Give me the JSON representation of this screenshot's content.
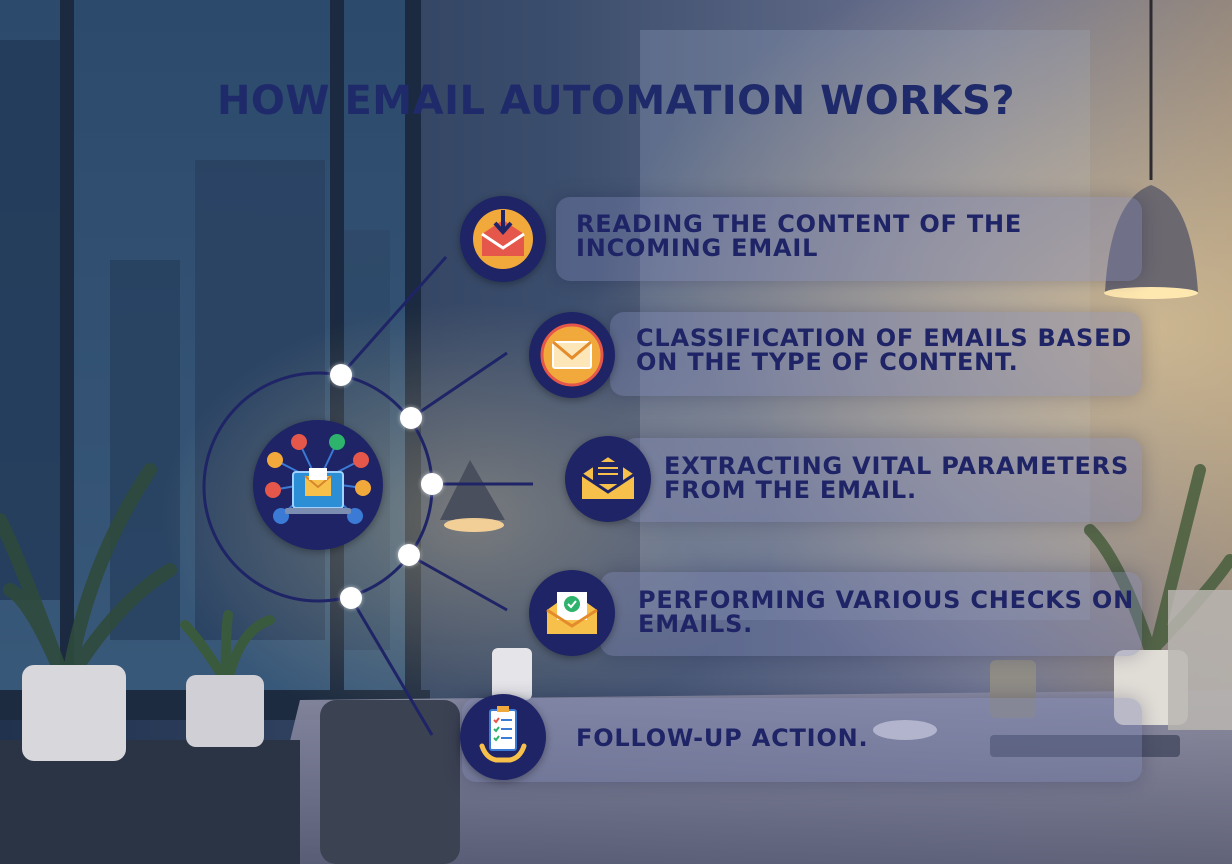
{
  "title": "HOW EMAIL AUTOMATION WORKS?",
  "hub": {
    "icon": "laptop-email-network-icon"
  },
  "steps": [
    {
      "line1": "READING THE CONTENT OF THE",
      "line2": "INCOMING EMAIL",
      "icon": "email-download-icon"
    },
    {
      "line1": "CLASSIFICATION OF EMAILS BASED",
      "line2": "ON THE TYPE OF CONTENT.",
      "icon": "envelope-icon"
    },
    {
      "line1": "EXTRACTING VITAL PARAMETERS",
      "line2": "FROM THE EMAIL.",
      "icon": "open-envelope-icon"
    },
    {
      "line1": "PERFORMING VARIOUS CHECKS ON",
      "line2": "EMAILS.",
      "icon": "email-check-icon"
    },
    {
      "line1": "FOLLOW-UP ACTION.",
      "line2": "",
      "icon": "clipboard-checklist-icon"
    }
  ],
  "colors": {
    "navy": "#1e2466",
    "badge_orange": "#f2a93b",
    "badge_red": "#e4574a",
    "card": "#7882af"
  }
}
